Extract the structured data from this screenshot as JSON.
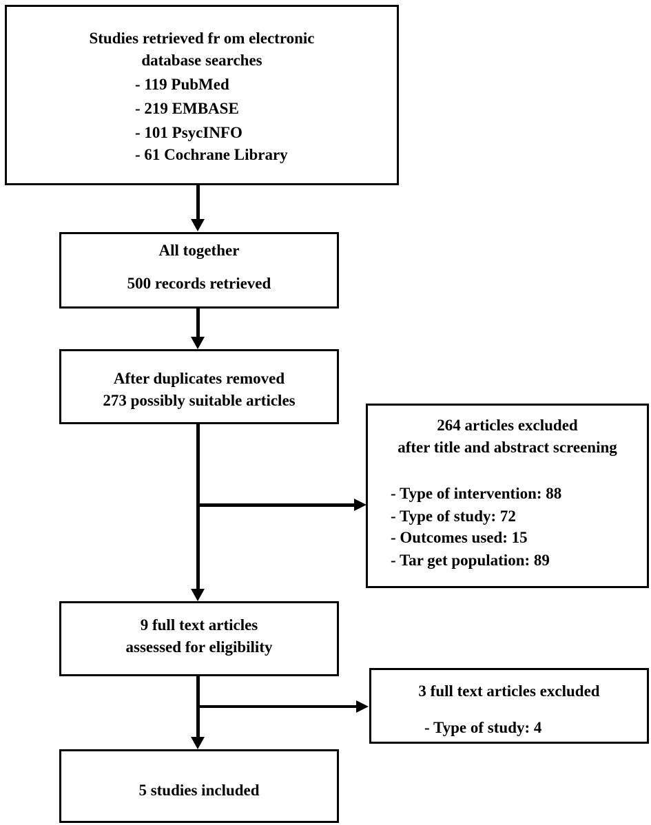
{
  "box1": {
    "line1": "Studies retrieved fr om electronic",
    "line2": "database searches",
    "items": [
      "- 119  PubMed",
      "- 219  EMBASE",
      "- 101  PsycINFO",
      "-  61   Cochrane Library"
    ]
  },
  "box2": {
    "line1": "All together",
    "line2": "500 records retrieved"
  },
  "box3": {
    "line1": "After duplicates removed",
    "line2": "273 possibly suitable articles"
  },
  "exclude1": {
    "line1": "264 articles excluded",
    "line2": "after title and abstract screening",
    "items": [
      "- Type of intervention: 88",
      "- Type of study: 72",
      "- Outcomes used: 15",
      "- Tar get population: 89"
    ]
  },
  "box4": {
    "line1": "9 full text articles",
    "line2": "assessed for eligibility"
  },
  "exclude2": {
    "line1": "3 full text articles excluded",
    "item": "- Type of study: 4"
  },
  "box5": {
    "line1": "5 studies included"
  }
}
